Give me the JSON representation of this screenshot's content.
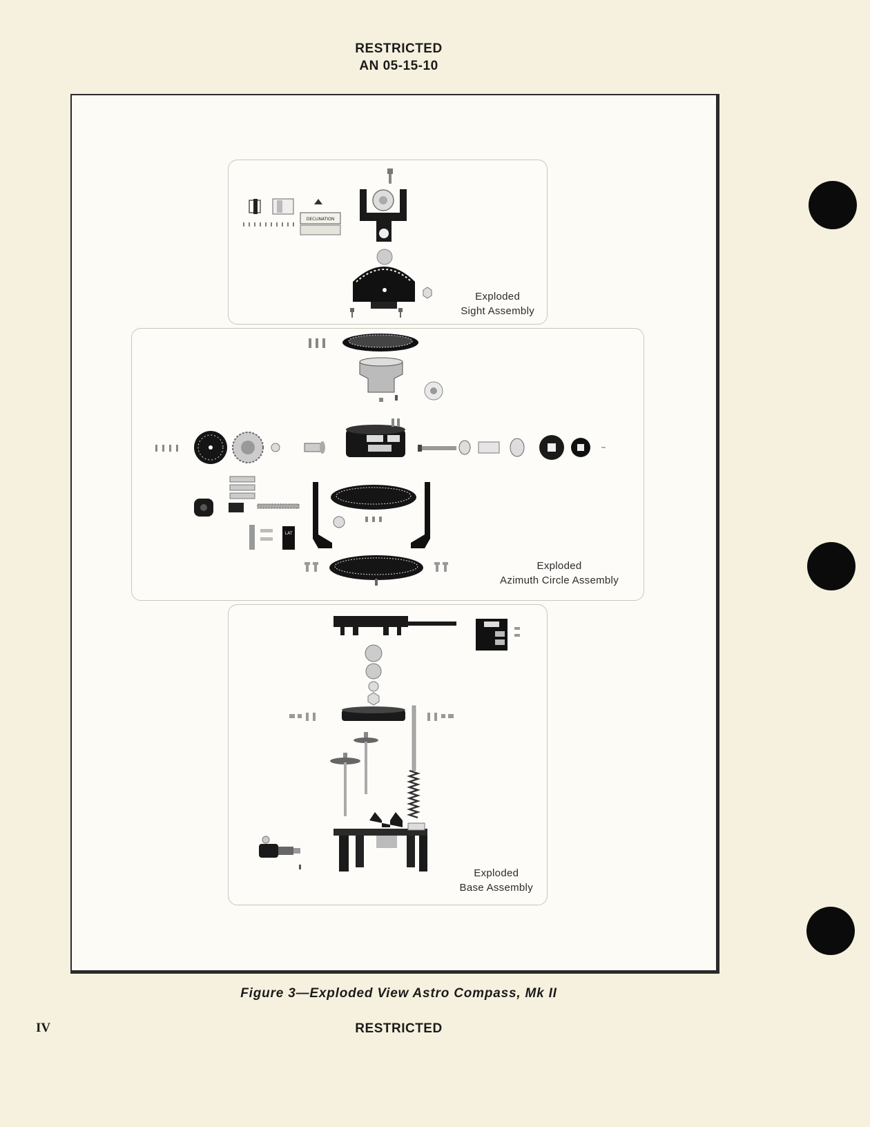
{
  "header": {
    "classification": "RESTRICTED",
    "document_number": "AN 05-15-10"
  },
  "figure": {
    "panels": [
      {
        "label_line1": "Exploded",
        "label_line2": "Sight Assembly"
      },
      {
        "label_line1": "Exploded",
        "label_line2": "Azimuth Circle Assembly"
      },
      {
        "label_line1": "Exploded",
        "label_line2": "Base Assembly"
      }
    ],
    "part_markings": {
      "declination": "DECLINATION",
      "lat": "LAT"
    },
    "caption": "Figure 3—Exploded View Astro Compass, Mk II"
  },
  "footer": {
    "page_number": "IV",
    "classification": "RESTRICTED"
  }
}
